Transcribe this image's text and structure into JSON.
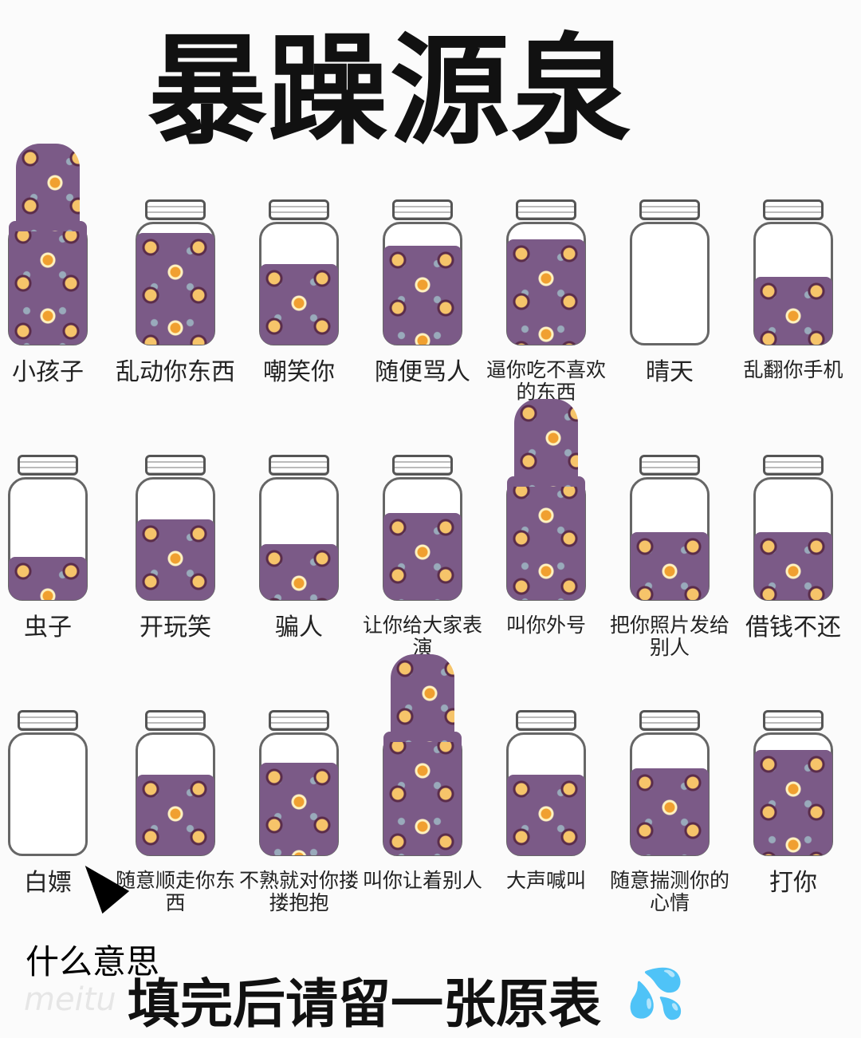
{
  "title": "暴躁源泉",
  "jars": [
    {
      "label": "小孩子",
      "fill": 1.0,
      "overflow": true
    },
    {
      "label": "乱动你东西",
      "fill": 0.9
    },
    {
      "label": "嘲笑你",
      "fill": 0.65
    },
    {
      "label": "随便骂人",
      "fill": 0.8
    },
    {
      "label": "逼你吃不喜欢的东西",
      "fill": 0.85,
      "small": true
    },
    {
      "label": "晴天",
      "fill": 0
    },
    {
      "label": "乱翻你手机",
      "fill": 0.55,
      "small": true
    },
    {
      "label": "虫子",
      "fill": 0.35
    },
    {
      "label": "开玩笑",
      "fill": 0.65
    },
    {
      "label": "骗人",
      "fill": 0.45
    },
    {
      "label": "让你给大家表演",
      "fill": 0.7,
      "small": true
    },
    {
      "label": "叫你外号",
      "fill": 1.0,
      "overflow": true,
      "small": true
    },
    {
      "label": "把你照片发给别人",
      "fill": 0.55,
      "small": true
    },
    {
      "label": "借钱不还",
      "fill": 0.55
    },
    {
      "label": "白嫖",
      "fill": 0
    },
    {
      "label": "随意顺走你东西",
      "fill": 0.65,
      "small": true
    },
    {
      "label": "不熟就对你搂搂抱抱",
      "fill": 0.75,
      "small": true
    },
    {
      "label": "叫你让着别人",
      "fill": 1.0,
      "overflow": true,
      "small": true
    },
    {
      "label": "大声喊叫",
      "fill": 0.65,
      "small": true
    },
    {
      "label": "随意揣测你的心情",
      "fill": 0.7,
      "small": true
    },
    {
      "label": "打你",
      "fill": 0.85
    }
  ],
  "annotation": "什么意思",
  "footer": "填完后请留一张原表",
  "watermark": "meitu",
  "colors": {
    "fill": "#7b5a87",
    "accent": "#f0a030"
  }
}
